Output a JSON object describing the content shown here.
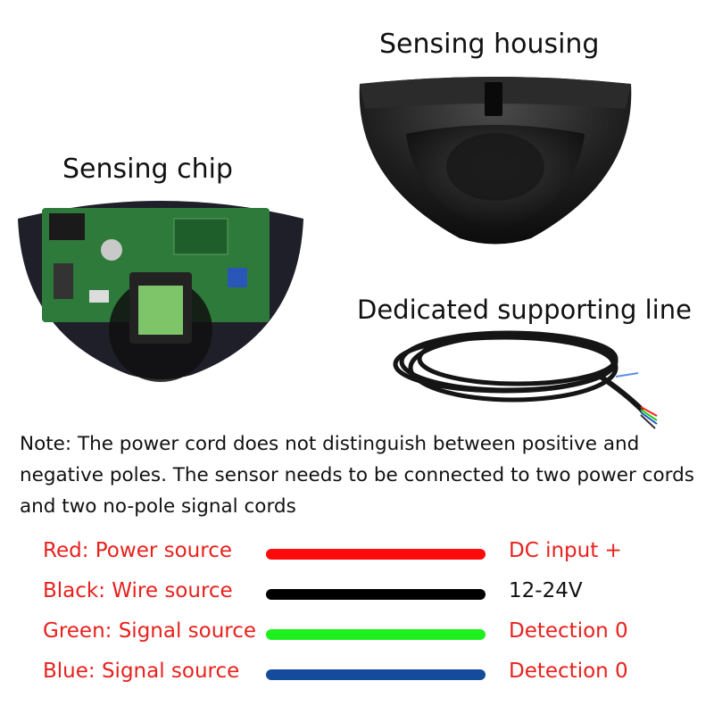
{
  "titles": {
    "housing": "Sensing housing",
    "chip": "Sensing chip",
    "line": "Dedicated supporting line"
  },
  "note": "Note: The power cord does not distinguish between positive and negative poles. The sensor needs to be connected to two power cords and two no-pole signal cords",
  "wires": [
    {
      "label": "Red: Power source",
      "value": "DC input +",
      "bar_color": "#ff0a0a",
      "value_color": "#e8211d"
    },
    {
      "label": "Black: Wire source",
      "value": "12-24V",
      "bar_color": "#000000",
      "value_color": "#111111"
    },
    {
      "label": "Green: Signal source",
      "value": "Detection 0",
      "bar_color": "#1ef01e",
      "value_color": "#e8211d"
    },
    {
      "label": "Blue: Signal source",
      "value": "Detection 0",
      "bar_color": "#154b9c",
      "value_color": "#e8211d"
    }
  ],
  "colors": {
    "label_red": "#e8211d",
    "text": "#111111"
  }
}
